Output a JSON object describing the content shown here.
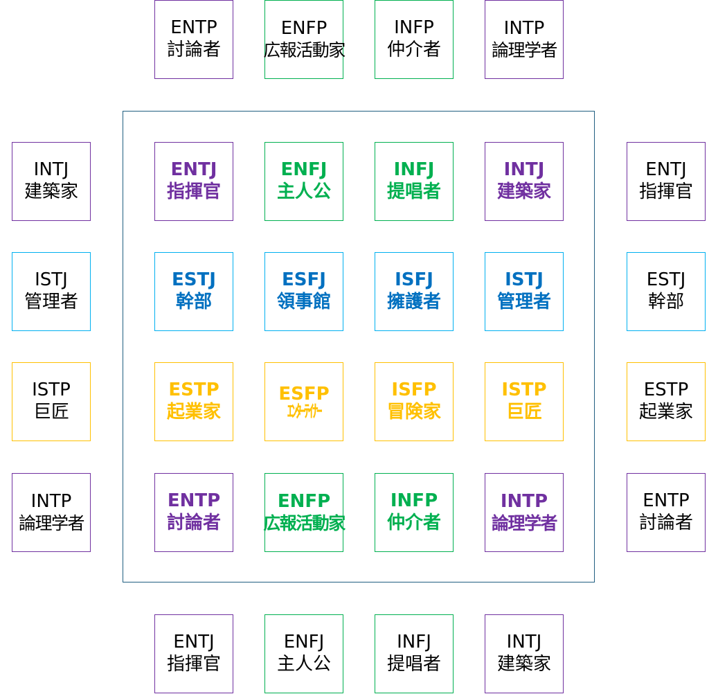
{
  "colors": {
    "analyst": "#7030a0",
    "diplomat": "#00b050",
    "sentinel": "#0070c0",
    "sentinel_border": "#00b0f0",
    "explorer": "#ffc000",
    "frame": "#1f5e80"
  },
  "rows": [
    {
      "cells": [
        {
          "code": "ENTP",
          "name": "討論者",
          "group": "analyst"
        },
        {
          "code": "ENFP",
          "name": "広報活動家",
          "group": "diplomat"
        },
        {
          "code": "INFP",
          "name": "仲介者",
          "group": "diplomat"
        },
        {
          "code": "INTP",
          "name": "論理学者",
          "group": "analyst"
        }
      ]
    },
    {
      "left": {
        "code": "INTJ",
        "name": "建築家",
        "group": "analyst"
      },
      "cells": [
        {
          "code": "ENTJ",
          "name": "指揮官",
          "group": "analyst"
        },
        {
          "code": "ENFJ",
          "name": "主人公",
          "group": "diplomat"
        },
        {
          "code": "INFJ",
          "name": "提唱者",
          "group": "diplomat"
        },
        {
          "code": "INTJ",
          "name": "建築家",
          "group": "analyst"
        }
      ],
      "right": {
        "code": "ENTJ",
        "name": "指揮官",
        "group": "analyst"
      }
    },
    {
      "left": {
        "code": "ISTJ",
        "name": "管理者",
        "group": "sentinel"
      },
      "cells": [
        {
          "code": "ESTJ",
          "name": "幹部",
          "group": "sentinel"
        },
        {
          "code": "ESFJ",
          "name": "領事館",
          "group": "sentinel"
        },
        {
          "code": "ISFJ",
          "name": "擁護者",
          "group": "sentinel"
        },
        {
          "code": "ISTJ",
          "name": "管理者",
          "group": "sentinel"
        }
      ],
      "right": {
        "code": "ESTJ",
        "name": "幹部",
        "group": "sentinel"
      }
    },
    {
      "left": {
        "code": "ISTP",
        "name": "巨匠",
        "group": "explorer"
      },
      "cells": [
        {
          "code": "ESTP",
          "name": "起業家",
          "group": "explorer"
        },
        {
          "code": "ESFP",
          "name": "ｴﾝﾀｰﾃｲﾅｰ",
          "group": "explorer"
        },
        {
          "code": "ISFP",
          "name": "冒険家",
          "group": "explorer"
        },
        {
          "code": "ISTP",
          "name": "巨匠",
          "group": "explorer"
        }
      ],
      "right": {
        "code": "ESTP",
        "name": "起業家",
        "group": "explorer"
      }
    },
    {
      "left": {
        "code": "INTP",
        "name": "論理学者",
        "group": "analyst"
      },
      "cells": [
        {
          "code": "ENTP",
          "name": "討論者",
          "group": "analyst"
        },
        {
          "code": "ENFP",
          "name": "広報活動家",
          "group": "diplomat"
        },
        {
          "code": "INFP",
          "name": "仲介者",
          "group": "diplomat"
        },
        {
          "code": "INTP",
          "name": "論理学者",
          "group": "analyst"
        }
      ],
      "right": {
        "code": "ENTP",
        "name": "討論者",
        "group": "analyst"
      }
    },
    {
      "cells": [
        {
          "code": "ENTJ",
          "name": "指揮官",
          "group": "analyst"
        },
        {
          "code": "ENFJ",
          "name": "主人公",
          "group": "diplomat"
        },
        {
          "code": "INFJ",
          "name": "提唱者",
          "group": "diplomat"
        },
        {
          "code": "INTJ",
          "name": "建築家",
          "group": "analyst"
        }
      ]
    }
  ]
}
